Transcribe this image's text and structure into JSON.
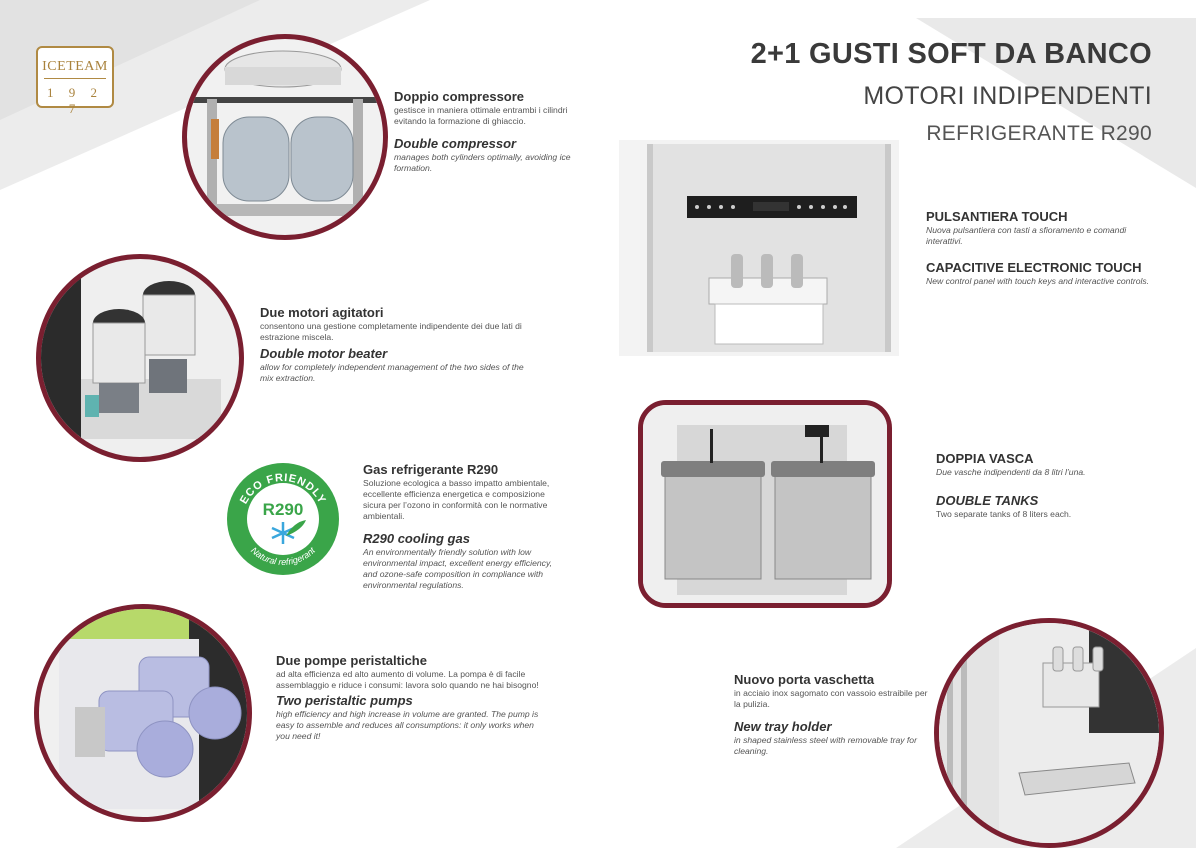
{
  "brand": {
    "logo_name": "ICETEAM",
    "logo_year": "1 9 2 7"
  },
  "header": {
    "title": "2+1 GUSTI SOFT DA BANCO",
    "subtitle": "MOTORI INDIPENDENTI",
    "refrigerant": "REFRIGERANTE R290"
  },
  "features": {
    "compressor": {
      "it_title": "Doppio compressore",
      "it_text": "gestisce in maniera ottimale entrambi i cilindri evitando la formazione di ghiaccio.",
      "en_title": "Double compressor",
      "en_text": "manages both cylinders optimally, avoiding ice formation."
    },
    "motors": {
      "it_title": "Due motori agitatori",
      "it_text": "consentono una gestione completamente indipendente dei due lati di estrazione miscela.",
      "en_title": "Double motor beater",
      "en_text": "allow for completely independent management of the two sides of the mix extraction."
    },
    "gas": {
      "it_title": "Gas refrigerante R290",
      "it_text": "Soluzione ecologica a basso impatto ambientale, eccellente efficienza energetica e composizione sicura per l’ozono in conformità con le normative ambientali.",
      "en_title": "R290 cooling gas",
      "en_text": "An environmentally friendly solution with low environmental impact, excellent energy efficiency, and ozone-safe composition in compliance with environmental regulations."
    },
    "pumps": {
      "it_title": "Due pompe peristaltiche",
      "it_text": "ad alta efficienza ed alto aumento di volume. La pompa è di facile assemblaggio e riduce i consumi: lavora solo quando ne hai bisogno!",
      "en_title": "Two peristaltic pumps",
      "en_text": "high efficiency and  high increase in volume are granted. The pump is easy to assemble and reduces all consumptions: it only works when you need it!"
    },
    "touch": {
      "it_title": "PULSANTIERA TOUCH",
      "it_text": "Nuova pulsantiera con tasti a sfioramento e comandi interattivi.",
      "en_title": "CAPACITIVE ELECTRONIC TOUCH",
      "en_text": "New control panel with touch keys and interactive controls."
    },
    "tanks": {
      "it_title": "DOPPIA VASCA",
      "it_text": "Due vasche indipendenti da 8 litri l’una.",
      "en_title": "DOUBLE  TANKS",
      "en_text": "Two separate tanks of 8 liters each."
    },
    "tray": {
      "it_title": "Nuovo porta vaschetta",
      "it_text": "in acciaio inox sagomato con vassoio estraibile per la pulizia.",
      "en_title": "New tray holder",
      "en_text": "in shaped stainless steel with removable tray for cleaning."
    }
  },
  "eco_badge": {
    "top": "ECO FRIENDLY",
    "center": "R290",
    "bottom": "Natural refrigerant"
  }
}
